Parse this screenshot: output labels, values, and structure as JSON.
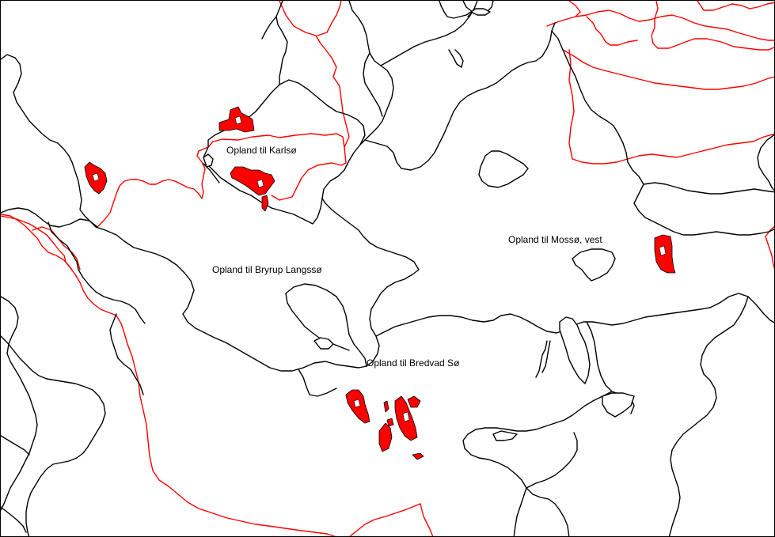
{
  "map": {
    "labels": {
      "karlso": "Opland til Karlsø",
      "bryrup": "Opland til Bryrup Langssø",
      "mosso": "Opland til Mossø, vest",
      "bredvad": "Opland til Bredvad Sø"
    },
    "colors": {
      "catchment_boundary": "#000000",
      "red_boundary": "#ff0000",
      "parcel_fill": "#ff0000",
      "background": "#ffffff"
    }
  }
}
